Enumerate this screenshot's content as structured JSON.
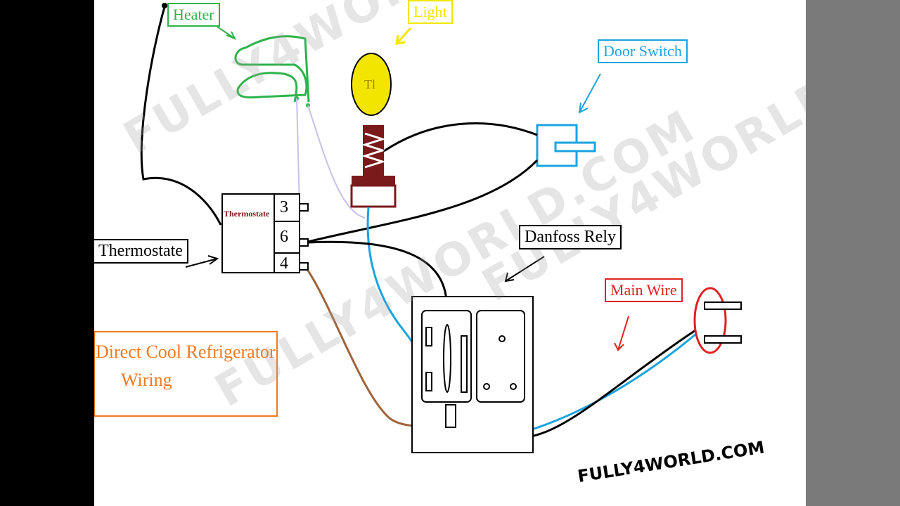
{
  "labels": {
    "heater": "Heater",
    "light": "Light",
    "door_switch": "Door Switch",
    "thermostat_box": "Thermostate",
    "thermostat_pointer": "Thermostate",
    "relay": "Danfoss Rely",
    "main_wire": "Main Wire",
    "title_line1": "Direct Cool Refrigerator",
    "title_line2": "Wiring",
    "terminal_3": "3",
    "terminal_6": "6",
    "terminal_4": "4",
    "bulb_mark": "Tl"
  },
  "watermarks": {
    "text": "FULLY4WORLD.COM",
    "credit": "FULLY4WORLD.COM"
  },
  "colors": {
    "heater": "#2db34a",
    "light": "#f2e600",
    "door_switch": "#1aa3e0",
    "relay_label": "#000000",
    "main_wire": "#e02020",
    "title_box": "#f07a20",
    "thermostat_text": "#7a1a1a",
    "wire_black": "#000000",
    "wire_blue": "#1aa3e0",
    "wire_brown": "#a0643c",
    "wire_lavender": "#c8c0e8"
  }
}
